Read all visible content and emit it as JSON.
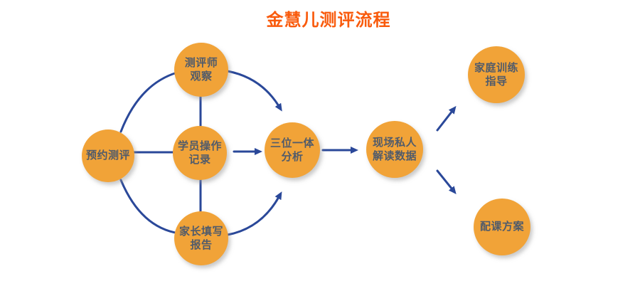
{
  "title": "金慧儿测评流程",
  "colors": {
    "node_fill": "#F1A338",
    "node_text": "#505B6B",
    "connector": "#2A4899",
    "title_color": "#F95B0D",
    "canvas_bg": "#FFFFFF"
  },
  "nodes": [
    {
      "id": "book-assessment",
      "label": "预约测评"
    },
    {
      "id": "assessor-observation",
      "label": "测评师\n观察"
    },
    {
      "id": "student-operation-record",
      "label": "学员操作\n记录"
    },
    {
      "id": "parent-written-report",
      "label": "家长填写\n报告"
    },
    {
      "id": "trinity-analysis",
      "label": "三位一体\n分析"
    },
    {
      "id": "onsite-private-data-interpretation",
      "label": "现场私人\n解读数据"
    },
    {
      "id": "family-training-guidance",
      "label": "家庭训练\n指导"
    },
    {
      "id": "course-plan",
      "label": "配课方案"
    }
  ],
  "edges": [
    {
      "from": "book-assessment",
      "to": "assessor-observation",
      "arrow": false
    },
    {
      "from": "book-assessment",
      "to": "student-operation-record",
      "arrow": false
    },
    {
      "from": "book-assessment",
      "to": "parent-written-report",
      "arrow": false
    },
    {
      "from": "assessor-observation",
      "to": "student-operation-record",
      "arrow": false
    },
    {
      "from": "student-operation-record",
      "to": "parent-written-report",
      "arrow": false
    },
    {
      "from": "assessor-observation",
      "to": "trinity-analysis",
      "arrow": true
    },
    {
      "from": "student-operation-record",
      "to": "trinity-analysis",
      "arrow": true
    },
    {
      "from": "parent-written-report",
      "to": "trinity-analysis",
      "arrow": true
    },
    {
      "from": "trinity-analysis",
      "to": "onsite-private-data-interpretation",
      "arrow": true
    },
    {
      "from": "onsite-private-data-interpretation",
      "to": "family-training-guidance",
      "arrow": true
    },
    {
      "from": "onsite-private-data-interpretation",
      "to": "course-plan",
      "arrow": true
    }
  ]
}
